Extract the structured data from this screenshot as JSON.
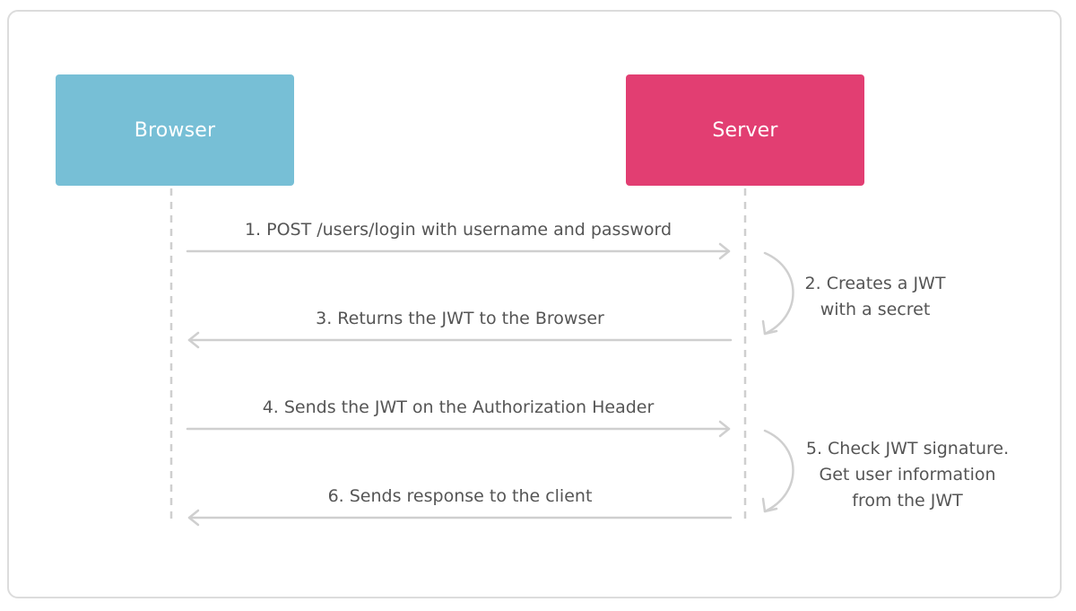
{
  "colors": {
    "browser": "#77bfd6",
    "server": "#e23e72",
    "arrow": "#cfcfcf",
    "text": "#555555"
  },
  "actors": {
    "browser": "Browser",
    "server": "Server"
  },
  "messages": [
    {
      "label": "1. POST /users/login with username and password",
      "direction": "right"
    },
    {
      "label": "3. Returns the JWT to the Browser",
      "direction": "left"
    },
    {
      "label": "4. Sends the JWT on the Authorization Header",
      "direction": "right"
    },
    {
      "label": "6. Sends response to the client",
      "direction": "left"
    }
  ],
  "notes": [
    {
      "lines": [
        "2. Creates a JWT",
        "with a secret"
      ]
    },
    {
      "lines": [
        "5. Check JWT signature.",
        "Get user information",
        "from the JWT"
      ]
    }
  ]
}
